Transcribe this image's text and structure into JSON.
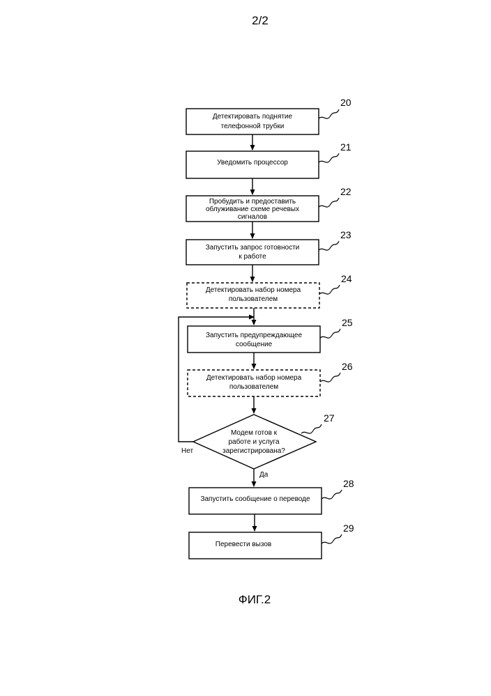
{
  "page_number": "2/2",
  "figure_caption": "ФИГ.2",
  "steps": [
    {
      "ref": "20",
      "lines": [
        "Детектировать поднятие",
        "телефонной трубки"
      ]
    },
    {
      "ref": "21",
      "lines": [
        "Уведомить процессор"
      ]
    },
    {
      "ref": "22",
      "lines": [
        "Пробудить и предоставить",
        "облуживание схеме речевых",
        "сигналов"
      ]
    },
    {
      "ref": "23",
      "lines": [
        "Запустить запрос готовности",
        "к работе"
      ]
    },
    {
      "ref": "24",
      "lines": [
        "Детектировать набор номера",
        "пользователем"
      ],
      "dashed": true
    },
    {
      "ref": "25",
      "lines": [
        "Запустить предупреждающее",
        "сообщение"
      ]
    },
    {
      "ref": "26",
      "lines": [
        "Детектировать набор номера",
        "пользователем"
      ],
      "dashed": true
    },
    {
      "ref": "27",
      "lines": [
        "Модем готов к",
        "работе и услуга",
        "зарегистрирована?"
      ]
    },
    {
      "ref": "28",
      "lines": [
        "Запустить сообщение о переводе"
      ]
    },
    {
      "ref": "29",
      "lines": [
        "Перевести вызов"
      ]
    }
  ],
  "branch_labels": {
    "no": "Нет",
    "yes": "Да"
  }
}
